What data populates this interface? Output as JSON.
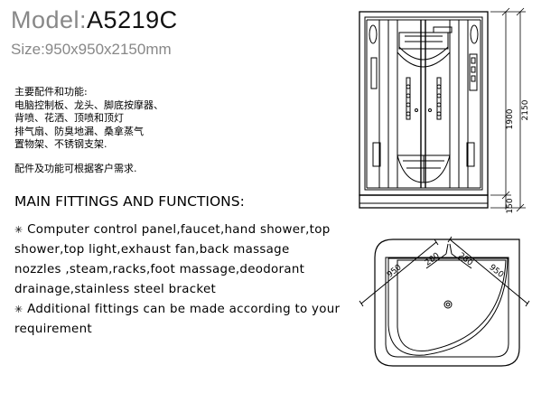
{
  "header": {
    "model_label": "Model:",
    "model_value": "A5219C",
    "size_label": "Size:950x950x2150mm"
  },
  "chinese": {
    "lines": [
      "主要配件和功能:",
      "电脑控制板、龙头、脚底按摩器、",
      "背喷、花洒、顶喷和顶灯",
      "排气扇、防臭地漏、桑拿蒸气",
      "置物架、不锈钢支架."
    ],
    "note": "配件及功能可根据客户需求."
  },
  "english": {
    "heading": "MAIN FITTINGS AND FUNCTIONS:",
    "bullet_symbol": "✳",
    "item1_lines": [
      "Computer control panel,faucet,hand shower,top",
      "shower,top light,exhaust fan,back massage",
      "nozzles ,steam,racks,foot massage,deodorant",
      "drainage,stainless steel bracket"
    ],
    "item2_lines": [
      "Additional fittings can be made according to your",
      "requirement"
    ]
  },
  "dimensions": {
    "height_upper": "1900",
    "height_total": "2150",
    "height_base": "150",
    "width_left": "950",
    "width_right": "950",
    "inner_left": "280",
    "inner_right": "280"
  }
}
